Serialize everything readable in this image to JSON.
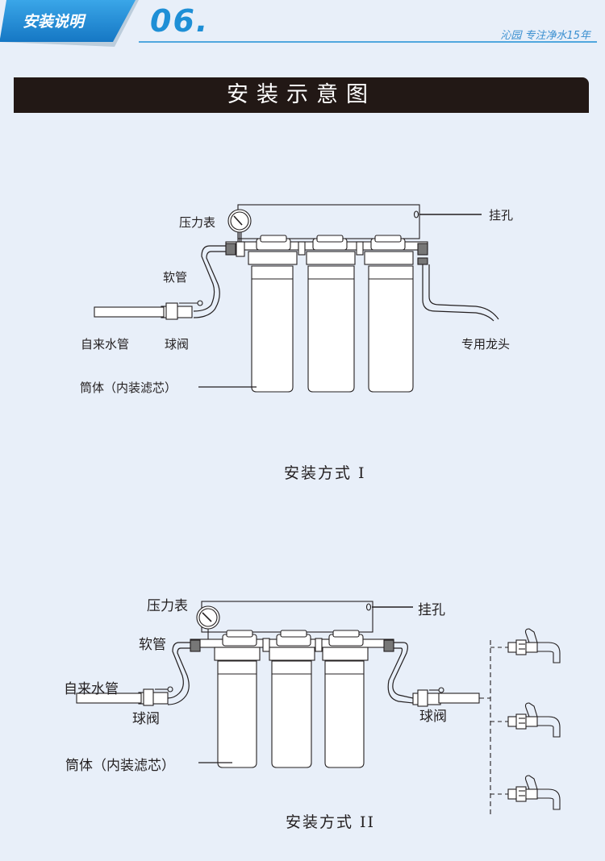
{
  "header": {
    "tab_label": "安装说明",
    "section_number": "06.",
    "tagline": "沁园 专注净水15年"
  },
  "title": "安装示意图",
  "diagram1": {
    "labels": {
      "gauge": "压力表",
      "hang_hole": "挂孔",
      "hose": "软管",
      "tap_water": "自来水管",
      "ball_valve": "球阀",
      "faucet": "专用龙头",
      "housing": "筒体（内装滤芯）"
    },
    "caption": "安装方式 I"
  },
  "diagram2": {
    "labels": {
      "gauge": "压力表",
      "hang_hole": "挂孔",
      "hose": "软管",
      "tap_water": "自来水管",
      "ball_valve_in": "球阀",
      "ball_valve_out": "球阀",
      "housing": "筒体（内装滤芯）"
    },
    "caption": "安装方式 II"
  },
  "colors": {
    "background": "#e8eff9",
    "accent_blue": "#1e8fd6",
    "title_bar": "#221815",
    "line": "#231f20"
  }
}
